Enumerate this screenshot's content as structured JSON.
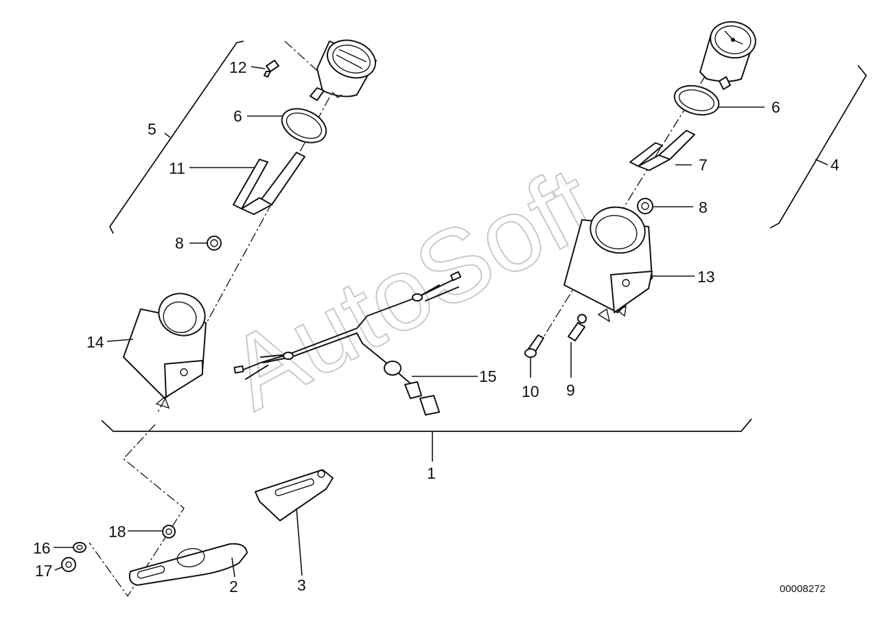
{
  "watermark": "AutoSoft",
  "drawing_number": "00008272",
  "callouts": {
    "c1": "1",
    "c2": "2",
    "c3": "3",
    "c4": "4",
    "c5": "5",
    "c6_left": "6",
    "c6_right": "6",
    "c7": "7",
    "c8_left": "8",
    "c8_right": "8",
    "c9": "9",
    "c10": "10",
    "c11": "11",
    "c12": "12",
    "c13": "13",
    "c14": "14",
    "c15": "15",
    "c16": "16",
    "c17": "17",
    "c18": "18"
  }
}
